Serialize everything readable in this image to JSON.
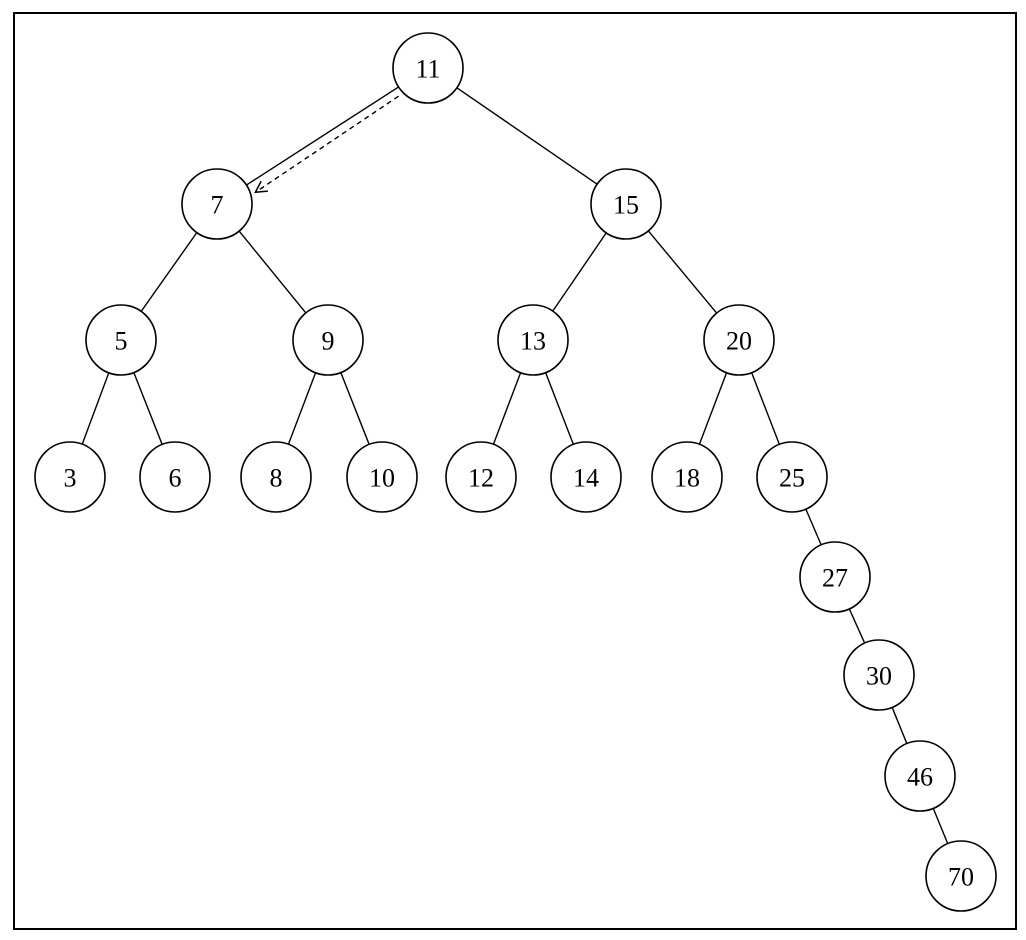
{
  "tree": {
    "nodes": [
      {
        "id": "n11",
        "label": "11"
      },
      {
        "id": "n7",
        "label": "7"
      },
      {
        "id": "n15",
        "label": "15"
      },
      {
        "id": "n5",
        "label": "5"
      },
      {
        "id": "n9",
        "label": "9"
      },
      {
        "id": "n13",
        "label": "13"
      },
      {
        "id": "n20",
        "label": "20"
      },
      {
        "id": "n3",
        "label": "3"
      },
      {
        "id": "n6",
        "label": "6"
      },
      {
        "id": "n8",
        "label": "8"
      },
      {
        "id": "n10",
        "label": "10"
      },
      {
        "id": "n12",
        "label": "12"
      },
      {
        "id": "n14",
        "label": "14"
      },
      {
        "id": "n18",
        "label": "18"
      },
      {
        "id": "n25",
        "label": "25"
      },
      {
        "id": "n27",
        "label": "27"
      },
      {
        "id": "n30",
        "label": "30"
      },
      {
        "id": "n46",
        "label": "46"
      },
      {
        "id": "n70",
        "label": "70"
      }
    ],
    "edges": [
      {
        "from": "n11",
        "to": "n7"
      },
      {
        "from": "n11",
        "to": "n15"
      },
      {
        "from": "n7",
        "to": "n5"
      },
      {
        "from": "n7",
        "to": "n9"
      },
      {
        "from": "n15",
        "to": "n13"
      },
      {
        "from": "n15",
        "to": "n20"
      },
      {
        "from": "n5",
        "to": "n3"
      },
      {
        "from": "n5",
        "to": "n6"
      },
      {
        "from": "n9",
        "to": "n8"
      },
      {
        "from": "n9",
        "to": "n10"
      },
      {
        "from": "n13",
        "to": "n12"
      },
      {
        "from": "n13",
        "to": "n14"
      },
      {
        "from": "n20",
        "to": "n18"
      },
      {
        "from": "n20",
        "to": "n25"
      },
      {
        "from": "n25",
        "to": "n27"
      },
      {
        "from": "n27",
        "to": "n30"
      },
      {
        "from": "n30",
        "to": "n46"
      },
      {
        "from": "n46",
        "to": "n70"
      }
    ],
    "pointer": {
      "from": "n11",
      "to": "n7",
      "style": "dashed"
    }
  }
}
